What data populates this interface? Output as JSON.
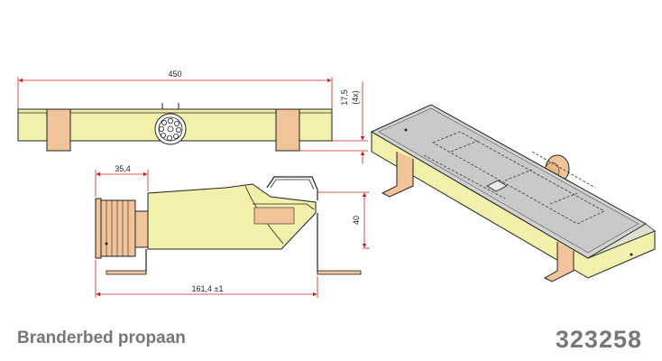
{
  "title": "Branderbed propaan",
  "article_number": "323258",
  "dimensions": {
    "overall_length": "450",
    "height": "17,5",
    "height_note": "(4x)",
    "offset": "35,4",
    "vertical": "40",
    "depth": "161,4 ±1"
  },
  "colors": {
    "body_fill": "#f2f0ab",
    "bracket_fill": "#f2c49a",
    "dimension_line": "#cc2222",
    "outline": "#222222",
    "top_plate": "#d0d0d0"
  }
}
